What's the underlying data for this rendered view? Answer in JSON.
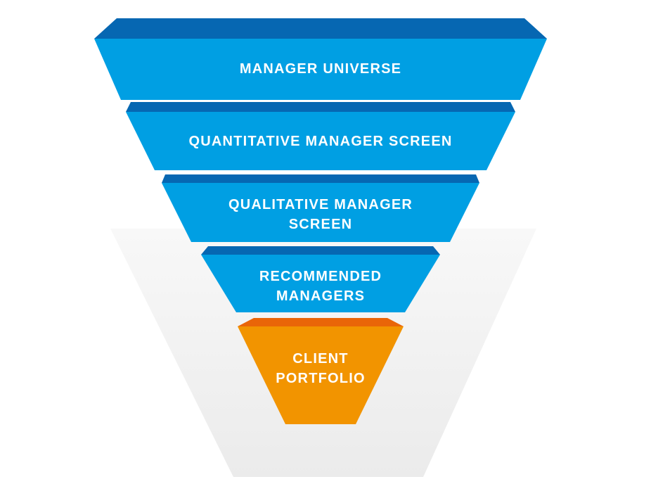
{
  "diagram": {
    "type": "funnel",
    "direction": "top-to-bottom",
    "levels": [
      {
        "label": "MANAGER UNIVERSE",
        "lines": [
          "MANAGER UNIVERSE"
        ],
        "color_role": "blue"
      },
      {
        "label": "QUANTITATIVE MANAGER SCREEN",
        "lines": [
          "QUANTITATIVE MANAGER SCREEN"
        ],
        "color_role": "blue"
      },
      {
        "label": "QUALITATIVE MANAGER SCREEN",
        "lines": [
          "QUALITATIVE MANAGER",
          "SCREEN"
        ],
        "color_role": "blue"
      },
      {
        "label": "RECOMMENDED MANAGERS",
        "lines": [
          "RECOMMENDED",
          "MANAGERS"
        ],
        "color_role": "blue"
      },
      {
        "label": "CLIENT PORTFOLIO",
        "lines": [
          "CLIENT",
          "PORTFOLIO"
        ],
        "color_role": "orange"
      }
    ]
  },
  "colors": {
    "blue_body": "#009FE3",
    "blue_top": "#0667B2",
    "orange_body": "#F29400",
    "orange_top": "#E96508",
    "shadow_light": "#F8F8F8",
    "shadow_dark": "#EBEBEB",
    "label_text": "#FFFFFF",
    "background": "#FFFFFF"
  }
}
